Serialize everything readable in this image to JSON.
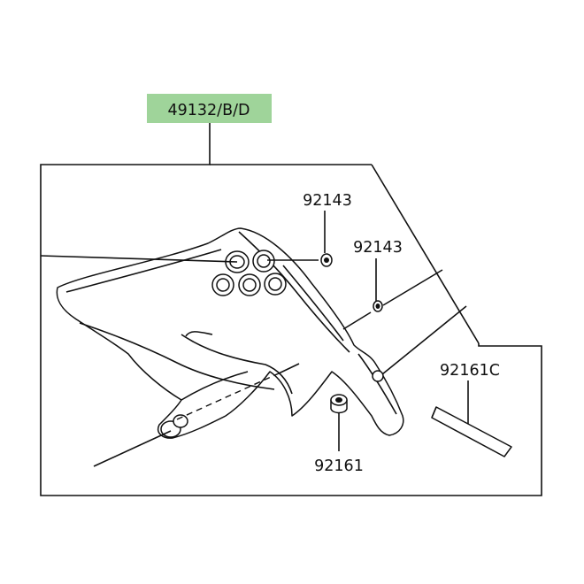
{
  "diagram": {
    "main_part_number": "49132/B/D",
    "highlight_color": "#9fd49a",
    "callouts": [
      {
        "id": "92143-top",
        "number": "92143"
      },
      {
        "id": "92143-right",
        "number": "92143"
      },
      {
        "id": "92161C",
        "number": "92161C"
      },
      {
        "id": "92161",
        "number": "92161"
      }
    ]
  }
}
